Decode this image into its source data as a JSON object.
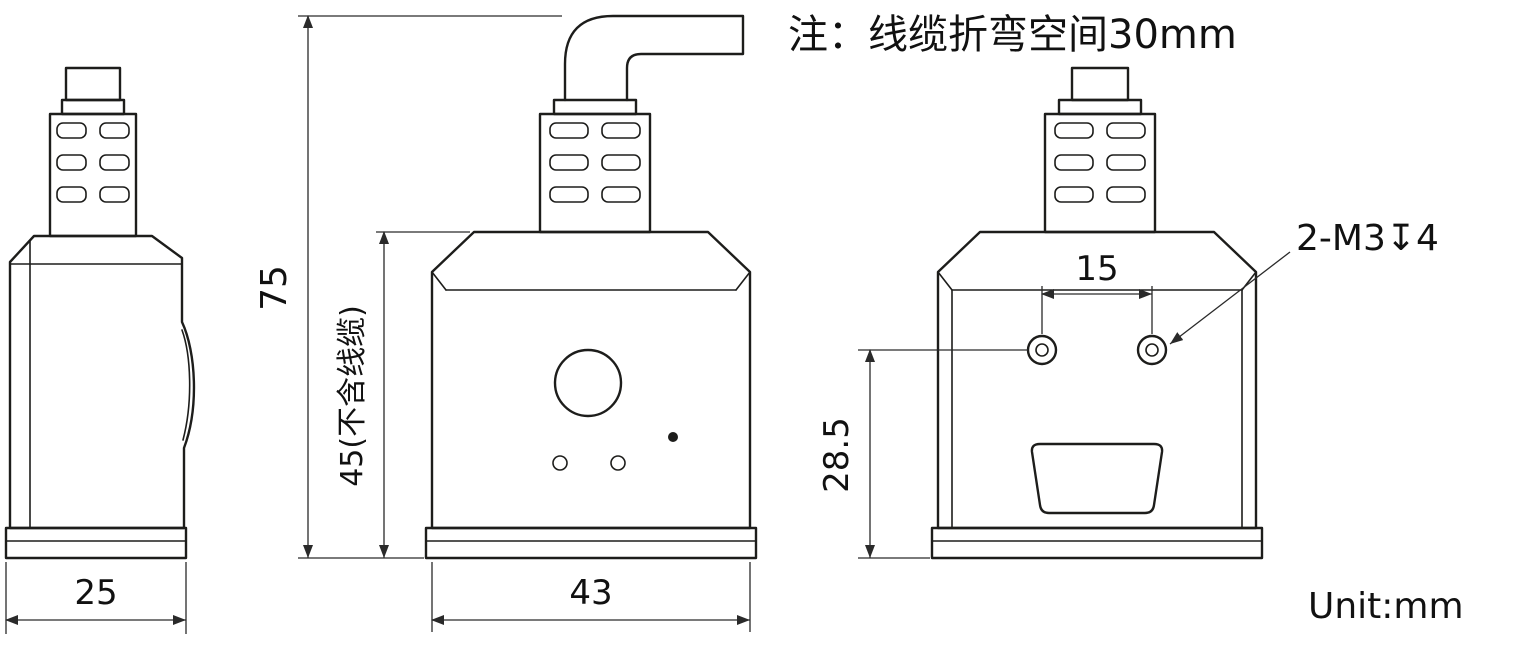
{
  "note": {
    "text": "注：线缆折弯空间30mm"
  },
  "unit": {
    "label": "Unit:mm"
  },
  "dimensions": {
    "side_width": "25",
    "overall_height": "75",
    "body_height": "45(不含线缆)",
    "body_width": "43",
    "hole_spacing": "15",
    "hole_offset": "28.5",
    "thread_callout": "2-M3↧4"
  },
  "colors": {
    "line": "#1d1d1b",
    "background": "#ffffff",
    "text": "#111111"
  }
}
